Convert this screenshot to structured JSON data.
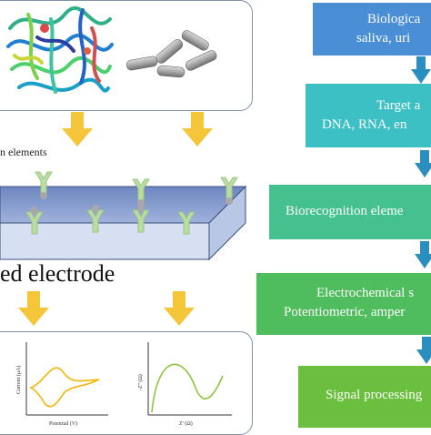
{
  "left": {
    "caption": "n elements",
    "electrode_label": "ed electrode",
    "plots": {
      "cv": {
        "ylabel": "Current (μA)",
        "xlabel": "Potential (V)",
        "color": "#f2b705"
      },
      "eis": {
        "ylabel": "-Z'' (Ω)",
        "xlabel": "Z' (Ω)",
        "color": "#8cc63f"
      }
    }
  },
  "flow": {
    "steps": [
      {
        "line1": "Biologica",
        "line2": "saliva, uri",
        "color": "#4a8fd6"
      },
      {
        "line1": "Target a",
        "line2": "DNA, RNA, en",
        "color": "#3cc0c4"
      },
      {
        "line1": "Biorecognition eleme",
        "line2": "",
        "color": "#45c08f"
      },
      {
        "line1": "Electrochemical s",
        "line2": "Potentiometric, amper",
        "color": "#4fbd5d"
      },
      {
        "line1": "Signal processing",
        "line2": "",
        "color": "#6abf3f"
      }
    ],
    "arrow_color": "#2a8fbf",
    "down_arrow_color": "#f5c63a"
  }
}
